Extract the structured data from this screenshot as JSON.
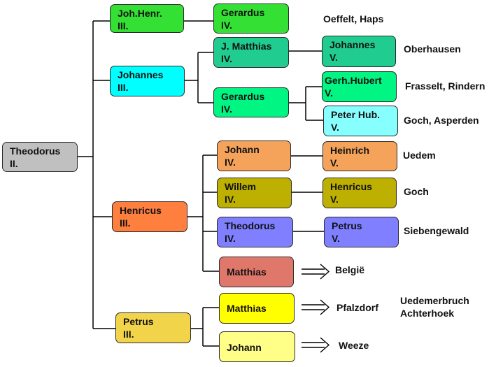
{
  "nodes": {
    "theodorus_ii": {
      "name": "Theodorus",
      "gen": "II.",
      "color": "#c0c0c0"
    },
    "johhenr_iii": {
      "name": "Joh.Henr.",
      "gen": "III.",
      "color": "#33e033"
    },
    "johannes_iii": {
      "name": "Johannes",
      "gen": "III.",
      "color": "#00ffff"
    },
    "henricus_iii": {
      "name": "Henricus",
      "gen": "III.",
      "color": "#ff7f3f"
    },
    "petrus_iii": {
      "name": "Petrus",
      "gen": "III.",
      "color": "#f2d44a"
    },
    "gerardus_iv_a": {
      "name": "Gerardus",
      "gen": "IV.",
      "color": "#33e033"
    },
    "jmatthias_iv": {
      "name": "J. Matthias",
      "gen": "IV.",
      "color": "#20cc8f"
    },
    "gerardus_iv_b": {
      "name": "Gerardus",
      "gen": "IV.",
      "color": "#00f582"
    },
    "johann_iv": {
      "name": "Johann",
      "gen": "IV.",
      "color": "#f5a35a"
    },
    "willem_iv": {
      "name": "Willem",
      "gen": "IV.",
      "color": "#bdb000"
    },
    "theodorus_iv": {
      "name": "Theodorus",
      "gen": "IV.",
      "color": "#7f7fff"
    },
    "matthias_a": {
      "name": "Matthias",
      "gen": "",
      "color": "#e0776b"
    },
    "matthias_b": {
      "name": "Matthias",
      "gen": "",
      "color": "#ffff00"
    },
    "johann_b": {
      "name": "Johann",
      "gen": "",
      "color": "#ffff88"
    },
    "johannes_v": {
      "name": "Johannes",
      "gen": "V.",
      "color": "#20cc8f"
    },
    "gerhhubert_v": {
      "name": "Gerh.Hubert",
      "gen": "V.",
      "color": "#00f582"
    },
    "peterhub_v": {
      "name": "Peter Hub.",
      "gen": "V.",
      "color": "#88ffff"
    },
    "heinrich_v": {
      "name": "Heinrich",
      "gen": "V.",
      "color": "#f5a35a"
    },
    "henricus_v": {
      "name": "Henricus",
      "gen": "V.",
      "color": "#bdb000"
    },
    "petrus_v": {
      "name": "Petrus",
      "gen": "V.",
      "color": "#7f7fff"
    }
  },
  "places": {
    "oeffelt": "Oeffelt, Haps",
    "oberhausen": "Oberhausen",
    "frasselt": "Frasselt, Rindern",
    "goch_asperden": "Goch, Asperden",
    "uedem": "Uedem",
    "goch": "Goch",
    "siebengewald": "Siebengewald",
    "belgie": "België",
    "pfalzdorf": "Pfalzdorf",
    "uedemerbruch": "Uedemerbruch",
    "achterhoek": "Achterhoek",
    "weeze": "Weeze"
  }
}
